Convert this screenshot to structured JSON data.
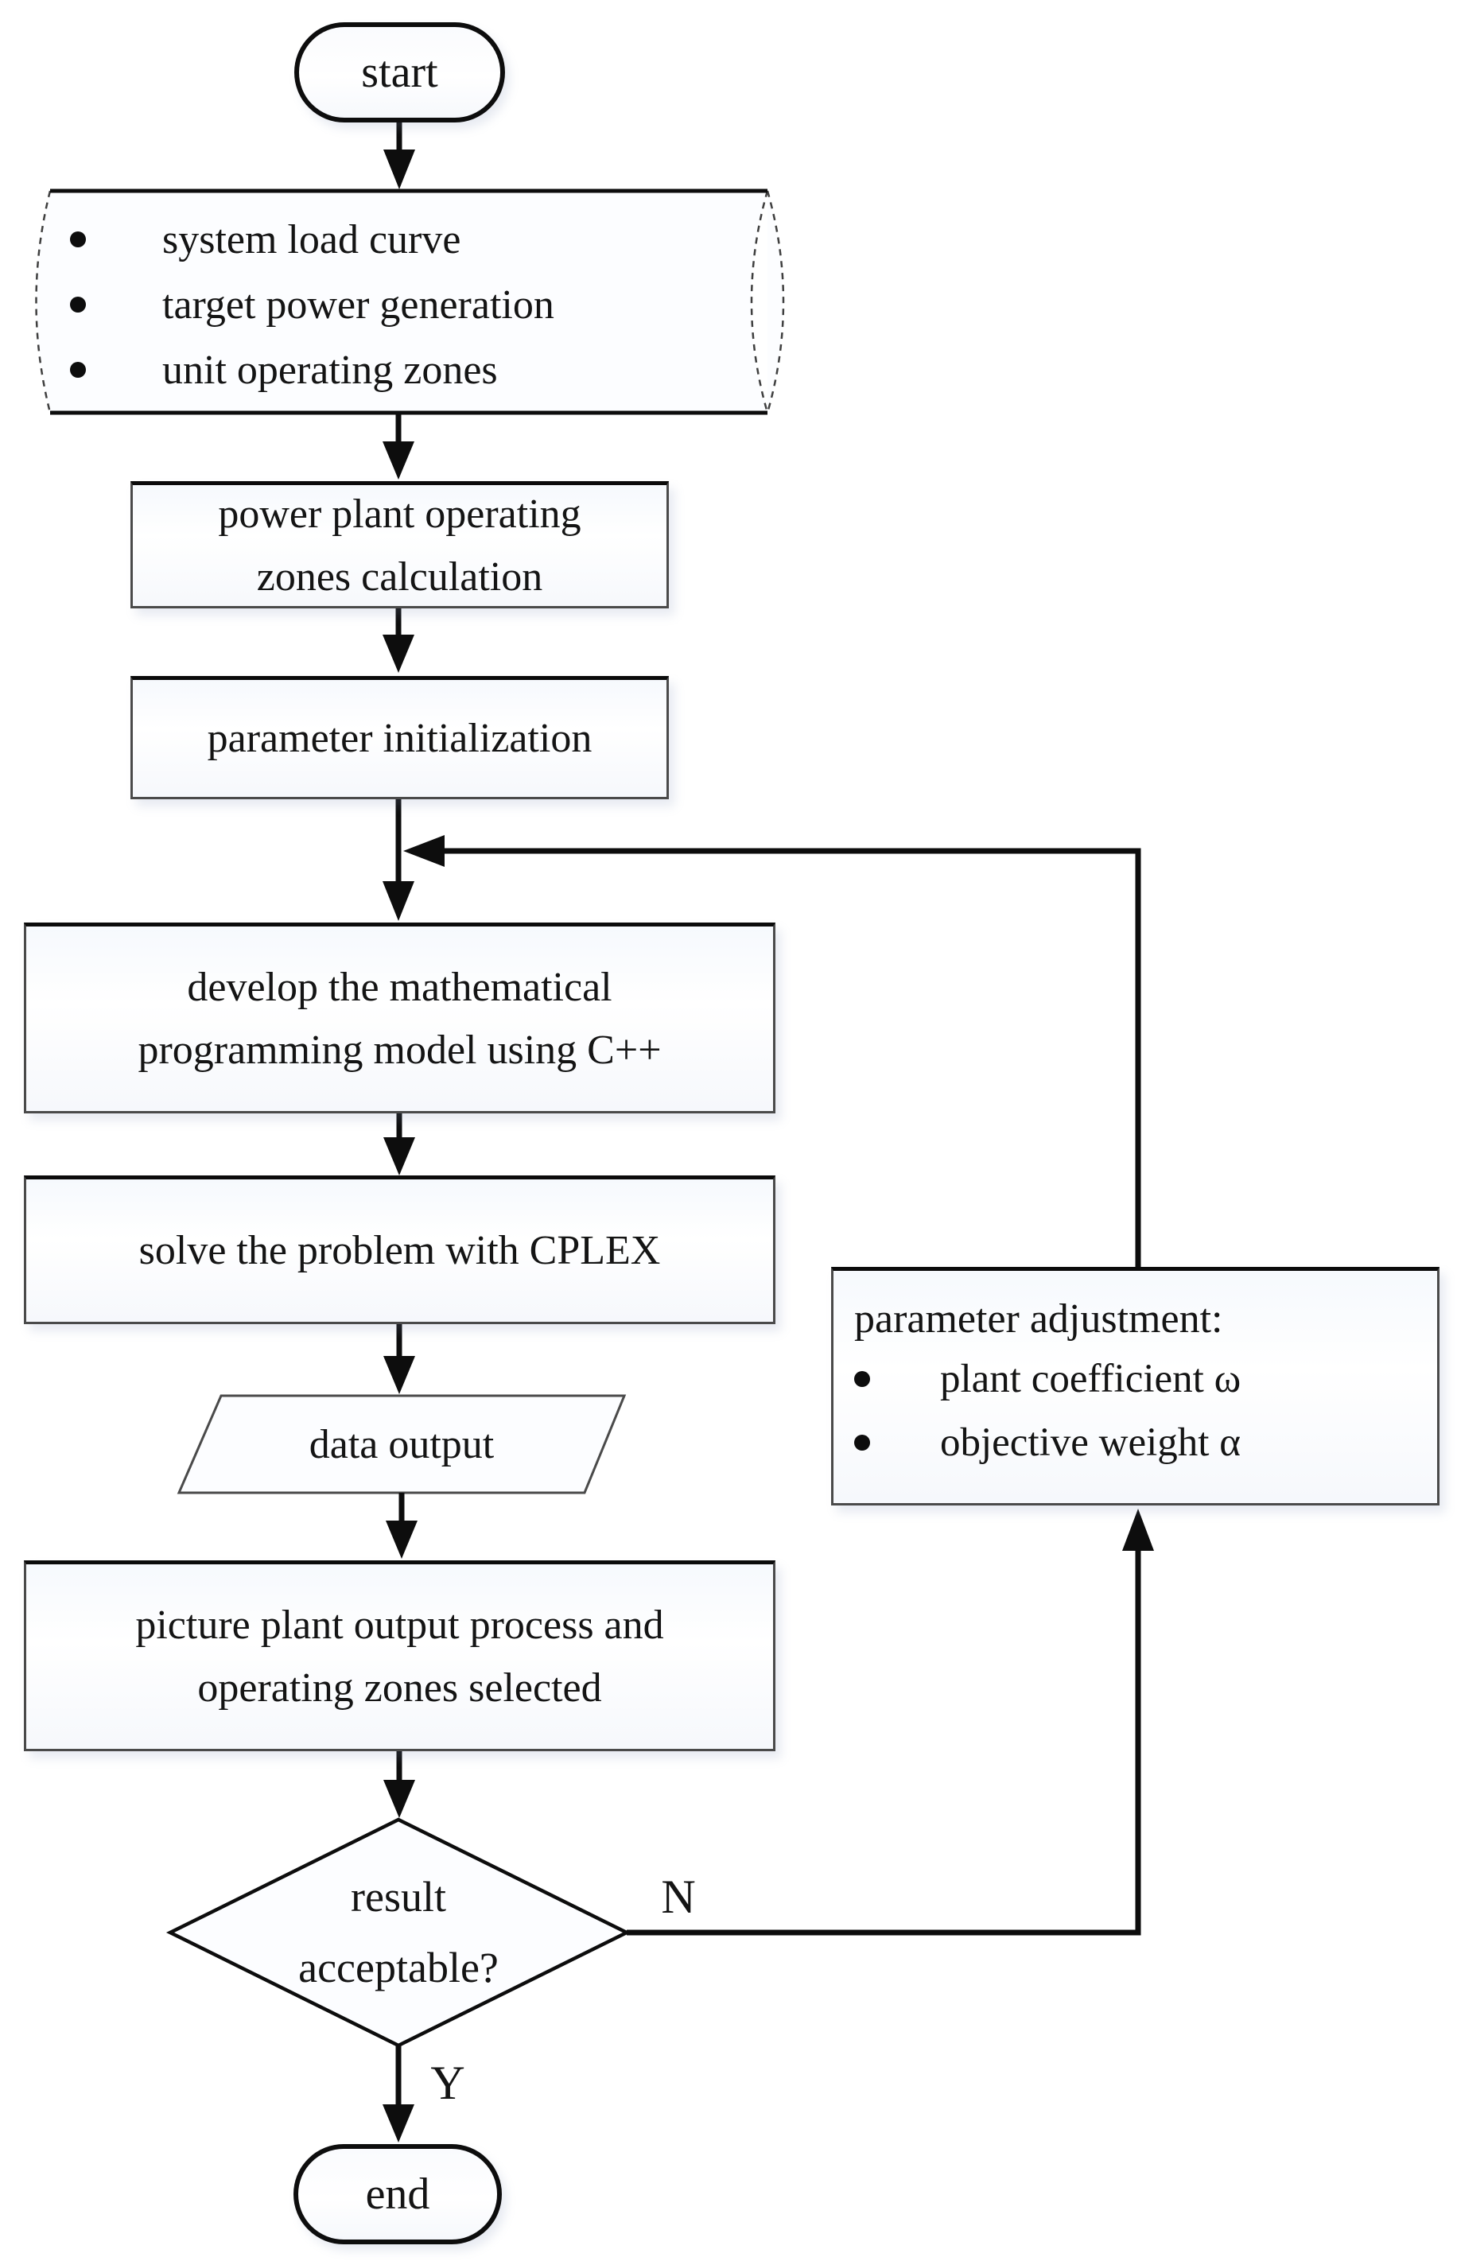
{
  "colors": {
    "line": "#0d0d0d",
    "box_border": "#4a4a4a",
    "box_fill": "#fcfdff",
    "text": "#141414",
    "background": "#ffffff"
  },
  "flowchart": {
    "start": {
      "label": "start"
    },
    "input_data": {
      "items": [
        "system load curve",
        "target power generation",
        "unit operating zones"
      ]
    },
    "zones_calculation": {
      "line1": "power plant operating",
      "line2": "zones calculation"
    },
    "parameter_initialization": {
      "label": "parameter initialization"
    },
    "develop_model": {
      "line1": "develop the mathematical",
      "line2": "programming model using C++"
    },
    "solve_problem": {
      "label": "solve the problem with CPLEX"
    },
    "data_output": {
      "label": "data output"
    },
    "picture_output": {
      "line1": "picture plant output process and",
      "line2": "operating zones selected"
    },
    "decision": {
      "line1": "result",
      "line2": "acceptable?"
    },
    "parameter_adjustment": {
      "heading": "parameter adjustment:",
      "items": [
        "plant coefficient ω",
        "objective weight α"
      ]
    },
    "end": {
      "label": "end"
    },
    "edge_labels": {
      "no": "N",
      "yes": "Y"
    }
  }
}
